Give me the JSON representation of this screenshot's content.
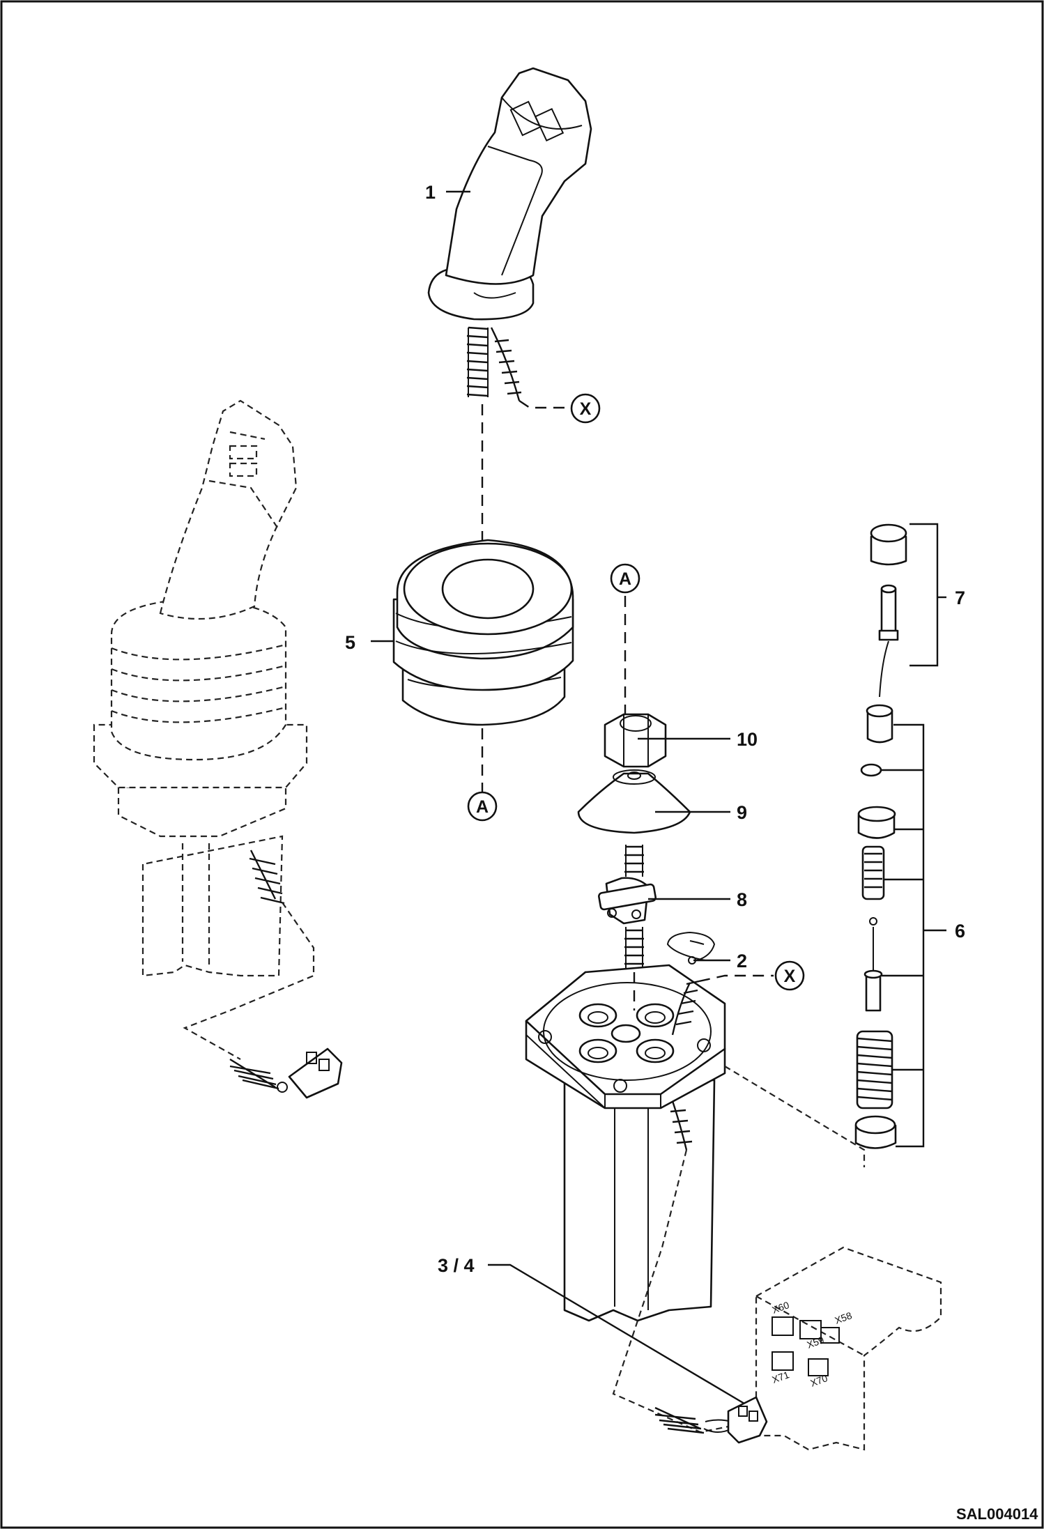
{
  "drawing_code": "SAL004014",
  "callouts": {
    "c1": "1",
    "c2": "2",
    "c34": "3 / 4",
    "c5": "5",
    "c6": "6",
    "c7": "7",
    "c8": "8",
    "c9": "9",
    "c10": "10"
  },
  "references": {
    "x_top": "X",
    "x_mid": "X",
    "a_top": "A",
    "a_bottom": "A"
  },
  "connector_labels": [
    "X60",
    "X59",
    "X58",
    "X71",
    "X70"
  ]
}
